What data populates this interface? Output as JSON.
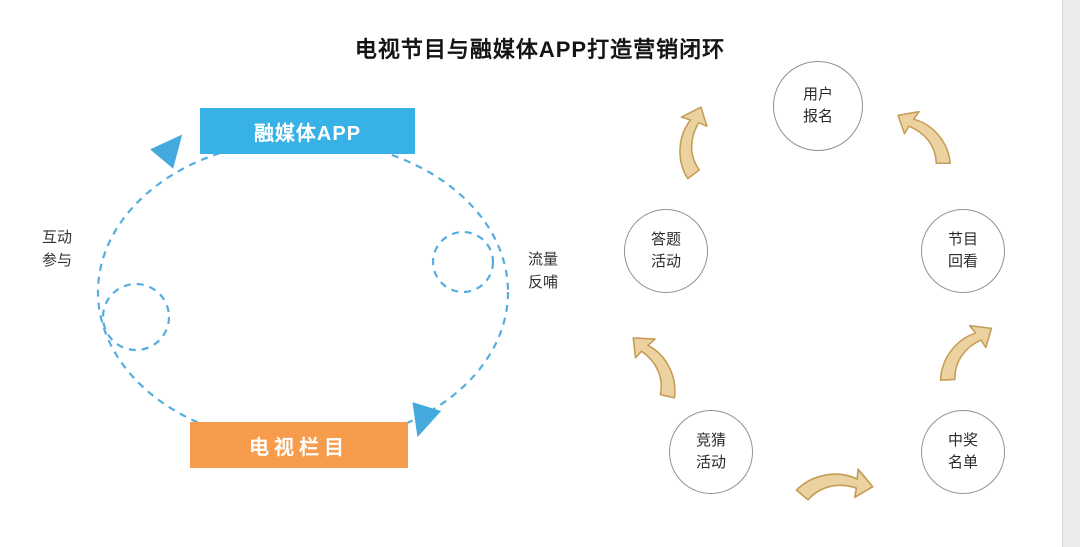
{
  "title": "电视节目与融媒体APP打造营销闭环",
  "colors": {
    "box-blue": "#38B2E6",
    "box-orange": "#F79C4D",
    "dash-blue": "#55ADE0",
    "arrowhead-blue": "#44A9DD",
    "arrow-tan": "#ECD2A0",
    "arrow-tan-stroke": "#C49C55",
    "circle-border": "#8E9398"
  },
  "left_diagram": {
    "top_box": "融媒体APP",
    "bottom_box": "电视栏目",
    "left_label": "互动\n参与",
    "right_label": "流量\n反哺"
  },
  "right_diagram": {
    "steps": [
      "用户\n报名",
      "节目\n回看",
      "中奖\n名单",
      "竞猜\n活动",
      "答题\n活动"
    ]
  }
}
